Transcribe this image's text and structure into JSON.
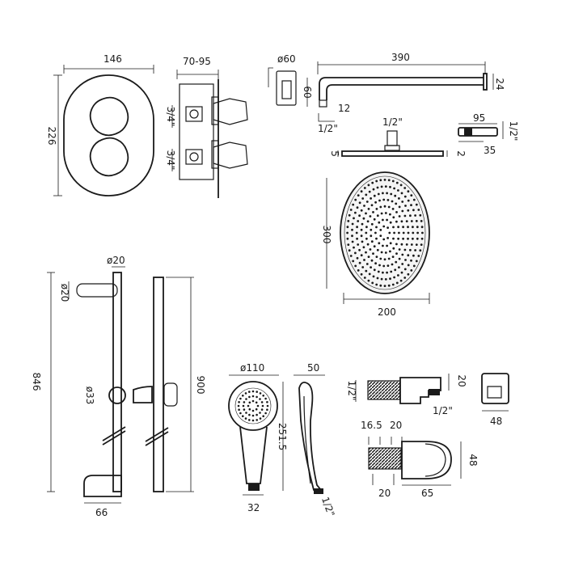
{
  "valve": {
    "width": "146",
    "depth": "70-95",
    "height": "226",
    "conn_top": "3/4\"",
    "conn_bottom": "3/4\""
  },
  "arm": {
    "dia": "ø60",
    "length": "390",
    "drop": "60",
    "thick": "24",
    "outlet": "12",
    "thread": "1/2\""
  },
  "head_side": {
    "thread": "1/2\"",
    "h1": "5",
    "h2": "2"
  },
  "head_top": {
    "height": "300",
    "width": "200"
  },
  "outlet_elbow": {
    "length": "95",
    "thread": "1/2\"",
    "height": "35"
  },
  "rail": {
    "top_dia": "ø20",
    "bracket_dia": "ø20",
    "length": "846",
    "slider_dia": "ø33",
    "base": "66",
    "length_side": "900"
  },
  "handset": {
    "dia": "ø110",
    "length": "251.5",
    "width": "32",
    "side_width": "50",
    "thread": "1/2\""
  },
  "wall_outlet": {
    "thread_in": "1/2\"",
    "height": "20",
    "thread_out": "1/2\"",
    "width": "48"
  },
  "bracket": {
    "d1": "16.5",
    "d2": "20",
    "height": "48",
    "w1": "20",
    "w2": "65"
  }
}
